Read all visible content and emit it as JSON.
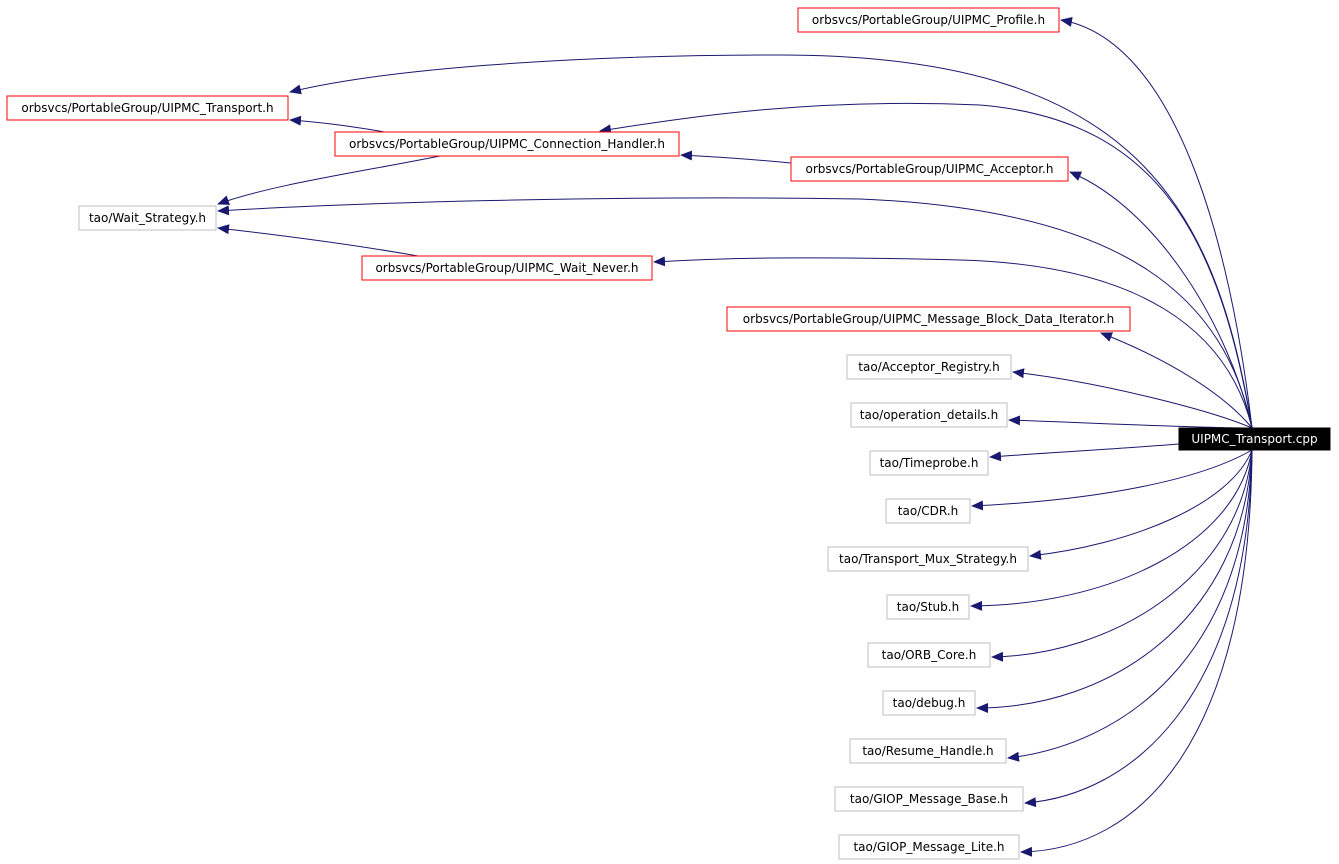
{
  "colors": {
    "root_fill": "#000000",
    "root_text": "#ffffff",
    "documented_border": "#ff0000",
    "undocumented_border": "#bfbfbf",
    "edge": "#191970",
    "node_text": "#000000"
  },
  "root": {
    "id": "root",
    "label": "UIPMC_Transport.cpp"
  },
  "nodes": [
    {
      "id": "profile",
      "label": "orbsvcs/PortableGroup/UIPMC_Profile.h",
      "kind": "documented"
    },
    {
      "id": "transport",
      "label": "orbsvcs/PortableGroup/UIPMC_Transport.h",
      "kind": "documented"
    },
    {
      "id": "conn",
      "label": "orbsvcs/PortableGroup/UIPMC_Connection_Handler.h",
      "kind": "documented"
    },
    {
      "id": "acceptor",
      "label": "orbsvcs/PortableGroup/UIPMC_Acceptor.h",
      "kind": "documented"
    },
    {
      "id": "waitstrat",
      "label": "tao/Wait_Strategy.h",
      "kind": "undocumented"
    },
    {
      "id": "waitnever",
      "label": "orbsvcs/PortableGroup/UIPMC_Wait_Never.h",
      "kind": "documented"
    },
    {
      "id": "mbdi",
      "label": "orbsvcs/PortableGroup/UIPMC_Message_Block_Data_Iterator.h",
      "kind": "documented"
    },
    {
      "id": "accreg",
      "label": "tao/Acceptor_Registry.h",
      "kind": "undocumented"
    },
    {
      "id": "opdet",
      "label": "tao/operation_details.h",
      "kind": "undocumented"
    },
    {
      "id": "timeprobe",
      "label": "tao/Timeprobe.h",
      "kind": "undocumented"
    },
    {
      "id": "cdr",
      "label": "tao/CDR.h",
      "kind": "undocumented"
    },
    {
      "id": "tms",
      "label": "tao/Transport_Mux_Strategy.h",
      "kind": "undocumented"
    },
    {
      "id": "stub",
      "label": "tao/Stub.h",
      "kind": "undocumented"
    },
    {
      "id": "orbcore",
      "label": "tao/ORB_Core.h",
      "kind": "undocumented"
    },
    {
      "id": "debug",
      "label": "tao/debug.h",
      "kind": "undocumented"
    },
    {
      "id": "resume",
      "label": "tao/Resume_Handle.h",
      "kind": "undocumented"
    },
    {
      "id": "giopbase",
      "label": "tao/GIOP_Message_Base.h",
      "kind": "undocumented"
    },
    {
      "id": "gioplite",
      "label": "tao/GIOP_Message_Lite.h",
      "kind": "undocumented"
    }
  ],
  "edges": [
    {
      "from": "root",
      "to": "profile"
    },
    {
      "from": "root",
      "to": "transport"
    },
    {
      "from": "root",
      "to": "conn"
    },
    {
      "from": "root",
      "to": "acceptor"
    },
    {
      "from": "root",
      "to": "waitstrat"
    },
    {
      "from": "root",
      "to": "waitnever"
    },
    {
      "from": "root",
      "to": "mbdi"
    },
    {
      "from": "root",
      "to": "accreg"
    },
    {
      "from": "root",
      "to": "opdet"
    },
    {
      "from": "root",
      "to": "timeprobe"
    },
    {
      "from": "root",
      "to": "cdr"
    },
    {
      "from": "root",
      "to": "tms"
    },
    {
      "from": "root",
      "to": "stub"
    },
    {
      "from": "root",
      "to": "orbcore"
    },
    {
      "from": "root",
      "to": "debug"
    },
    {
      "from": "root",
      "to": "resume"
    },
    {
      "from": "root",
      "to": "giopbase"
    },
    {
      "from": "root",
      "to": "gioplite"
    },
    {
      "from": "conn",
      "to": "transport"
    },
    {
      "from": "conn",
      "to": "waitstrat"
    },
    {
      "from": "acceptor",
      "to": "conn"
    },
    {
      "from": "waitnever",
      "to": "waitstrat"
    }
  ]
}
